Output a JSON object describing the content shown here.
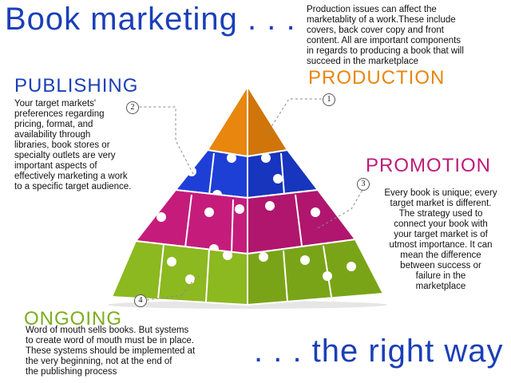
{
  "title": "Book marketing . . .",
  "tagline": ". . . the right way",
  "sections": {
    "production": {
      "heading": "PRODUCTION",
      "lines": [
        "Production issues can affect the",
        "marketablity of a work.These include",
        "covers, back cover copy and front",
        "content. All are important components",
        "in regards to producing a book that will",
        "succeed in the marketplace"
      ]
    },
    "publishing": {
      "heading": "PUBLISHING",
      "lines": [
        "Your target markets'",
        "preferences regarding",
        "pricing, format, and",
        "availability through",
        "libraries, book stores or",
        "specialty outlets are very",
        "important aspects of",
        "effectively marketing a work",
        "to a specific target audience."
      ]
    },
    "promotion": {
      "heading": "PROMOTION",
      "lines": [
        "Every book is unique; every",
        "target market is different.",
        "The  strategy used to",
        "connect your book with",
        "your target market is of",
        "utmost  importance.  It can",
        "mean the difference",
        "between success or",
        "failure  in the",
        "marketplace"
      ]
    },
    "ongoing": {
      "heading": "ONGOING",
      "lines": [
        "Word of mouth sells books. But systems",
        "to create word of mouth must be in place.",
        "These systems should be implemented at",
        "the very beginning, not at the end of",
        "the publishing process"
      ]
    }
  },
  "markers": [
    "1",
    "2",
    "3",
    "4"
  ],
  "colors": {
    "title": "#1b3fb8",
    "production": "#e8860d",
    "publishing": "#1b3fb8",
    "promotion": "#c01a7a",
    "ongoing": "#7dad1c"
  }
}
